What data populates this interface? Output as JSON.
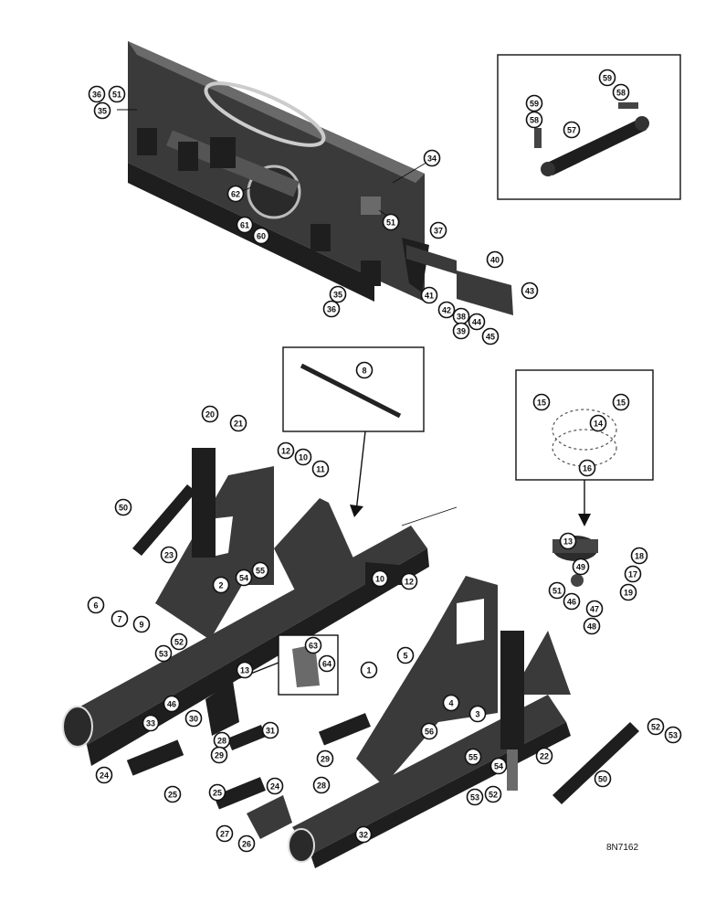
{
  "diagram": {
    "reference_code": "8N7162",
    "callout_numbers": [
      "36",
      "51",
      "35",
      "34",
      "62",
      "61",
      "60",
      "51",
      "37",
      "40",
      "35",
      "36",
      "41",
      "42",
      "43",
      "38",
      "39",
      "44",
      "45",
      "59",
      "58",
      "59",
      "58",
      "57",
      "8",
      "15",
      "15",
      "14",
      "16",
      "20",
      "21",
      "12",
      "10",
      "11",
      "50",
      "23",
      "2",
      "54",
      "55",
      "10",
      "12",
      "6",
      "7",
      "9",
      "53",
      "52",
      "13",
      "63",
      "64",
      "46",
      "30",
      "28",
      "31",
      "29",
      "33",
      "24",
      "25",
      "1",
      "5",
      "4",
      "3",
      "29",
      "56",
      "28",
      "55",
      "54",
      "22",
      "53",
      "52",
      "13",
      "49",
      "18",
      "17",
      "51",
      "46",
      "47",
      "48",
      "19",
      "52",
      "53",
      "50",
      "25",
      "24",
      "27",
      "26",
      "32"
    ]
  }
}
